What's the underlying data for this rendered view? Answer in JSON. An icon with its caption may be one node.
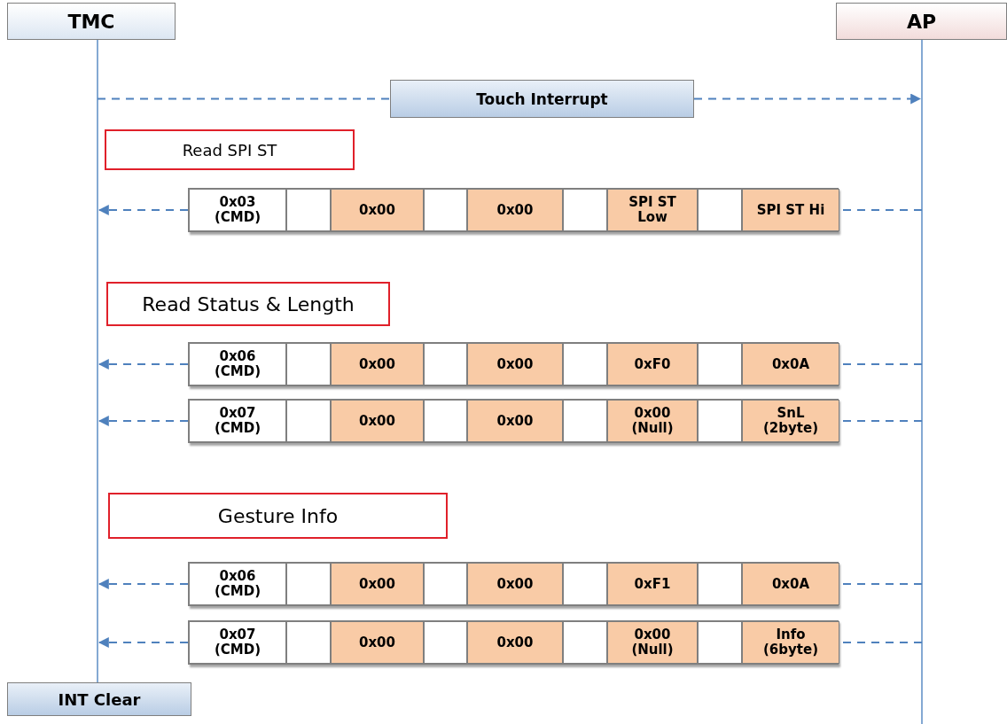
{
  "diagram": {
    "nodes": [
      {
        "text": [
          "TMC"
        ]
      },
      {
        "text": [
          "AP"
        ]
      },
      {
        "text": [
          "Touch Interrupt"
        ]
      },
      {
        "text": [
          "Read SPI ST"
        ]
      },
      {
        "text": [],
        "shape": "bar"
      },
      {
        "text": [
          "0x03 (CMD)"
        ],
        "in": 4
      },
      {
        "text": [],
        "shape": "box",
        "in": 4
      },
      {
        "text": [
          "0x00"
        ],
        "in": 4
      },
      {
        "text": [],
        "shape": "box",
        "in": 4
      },
      {
        "text": [
          "0x00"
        ],
        "in": 4
      },
      {
        "text": [],
        "shape": "box",
        "in": 4
      },
      {
        "text": [
          "SPI ST Low"
        ],
        "in": 4
      },
      {
        "text": [],
        "shape": "box",
        "in": 4
      },
      {
        "text": [
          "SPI ST Hi"
        ],
        "in": 4
      },
      {
        "text": [
          "Read Status & Length"
        ]
      },
      {
        "text": [],
        "shape": "bar"
      },
      {
        "text": [
          "0x06 (CMD)"
        ],
        "in": 15
      },
      {
        "text": [],
        "shape": "box",
        "in": 15
      },
      {
        "text": [
          "0x00"
        ],
        "in": 15
      },
      {
        "text": [],
        "shape": "box",
        "in": 15
      },
      {
        "text": [
          "0x00"
        ],
        "in": 15
      },
      {
        "text": [],
        "shape": "box",
        "in": 15
      },
      {
        "text": [
          "0xF0"
        ],
        "in": 15
      },
      {
        "text": [],
        "shape": "box",
        "in": 15
      },
      {
        "text": [
          "0x0A"
        ],
        "in": 15
      },
      {
        "text": [],
        "shape": "bar"
      },
      {
        "text": [
          "0x07 (CMD)"
        ],
        "in": 25
      },
      {
        "text": [],
        "shape": "box",
        "in": 25
      },
      {
        "text": [
          "0x00"
        ],
        "in": 25
      },
      {
        "text": [],
        "shape": "box",
        "in": 25
      },
      {
        "text": [
          "0x00"
        ],
        "in": 25
      },
      {
        "text": [],
        "shape": "box",
        "in": 25
      },
      {
        "text": [
          "0x00 (Null)"
        ],
        "in": 25
      },
      {
        "text": [],
        "shape": "box",
        "in": 25
      },
      {
        "text": [
          "SnL (2byte)"
        ],
        "in": 25
      },
      {
        "text": [
          "Gesture Info"
        ]
      },
      {
        "text": [],
        "shape": "bar"
      },
      {
        "text": [
          "0x06 (CMD)"
        ],
        "in": 36
      },
      {
        "text": [],
        "shape": "box",
        "in": 36
      },
      {
        "text": [
          "0x00"
        ],
        "in": 36
      },
      {
        "text": [],
        "shape": "box",
        "in": 36
      },
      {
        "text": [
          "0x00"
        ],
        "in": 36
      },
      {
        "text": [],
        "shape": "box",
        "in": 36
      },
      {
        "text": [
          "0xF1"
        ],
        "in": 36
      },
      {
        "text": [],
        "shape": "box",
        "in": 36
      },
      {
        "text": [
          "0x0A"
        ],
        "in": 36
      },
      {
        "text": [],
        "shape": "bar"
      },
      {
        "text": [
          "0x07 (CMD)"
        ],
        "in": 46
      },
      {
        "text": [],
        "shape": "box",
        "in": 46
      },
      {
        "text": [
          "0x00"
        ],
        "in": 46
      },
      {
        "text": [],
        "shape": "box",
        "in": 46
      },
      {
        "text": [
          "0x00"
        ],
        "in": 46
      },
      {
        "text": [],
        "shape": "box",
        "in": 46
      },
      {
        "text": [
          "0x00 (Null)"
        ],
        "in": 46
      },
      {
        "text": [],
        "shape": "box",
        "in": 46
      },
      {
        "text": [
          "Info (6byte)"
        ],
        "in": 46
      },
      {
        "text": [
          "INT Clear"
        ]
      }
    ],
    "edges": [
      {
        "from": 0,
        "to": 2,
        "arrow": "none",
        "style": "dashed"
      },
      {
        "from": 2,
        "to": 1,
        "arrow": "to",
        "style": "dashed"
      },
      {
        "from": 1,
        "to": 4,
        "arrow": "none",
        "style": "dashed"
      },
      {
        "from": 4,
        "to": 0,
        "arrow": "to",
        "style": "dashed"
      },
      {
        "from": 1,
        "to": 15,
        "arrow": "none",
        "style": "dashed"
      },
      {
        "from": 15,
        "to": 0,
        "arrow": "to",
        "style": "dashed"
      },
      {
        "from": 1,
        "to": 25,
        "arrow": "none",
        "style": "dashed"
      },
      {
        "from": 25,
        "to": 0,
        "arrow": "to",
        "style": "dashed"
      },
      {
        "from": 1,
        "to": 36,
        "arrow": "none",
        "style": "dashed"
      },
      {
        "from": 36,
        "to": 0,
        "arrow": "to",
        "style": "dashed"
      },
      {
        "from": 1,
        "to": 46,
        "arrow": "none",
        "style": "dashed"
      },
      {
        "from": 46,
        "to": 0,
        "arrow": "to",
        "style": "dashed"
      }
    ]
  }
}
